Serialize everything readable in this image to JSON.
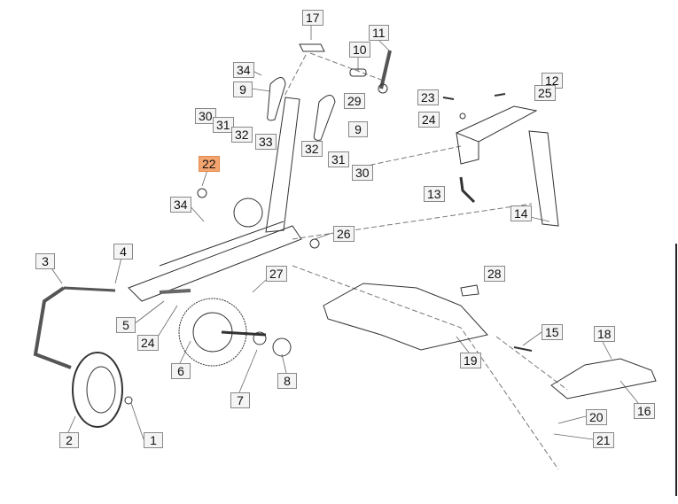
{
  "highlight_color": "#f4a46e",
  "labels": [
    {
      "id": "17"
    },
    {
      "id": "11"
    },
    {
      "id": "10"
    },
    {
      "id": "34"
    },
    {
      "id": "9"
    },
    {
      "id": "12"
    },
    {
      "id": "25"
    },
    {
      "id": "23"
    },
    {
      "id": "29"
    },
    {
      "id": "24"
    },
    {
      "id": "30"
    },
    {
      "id": "31"
    },
    {
      "id": "32"
    },
    {
      "id": "33"
    },
    {
      "id": "9"
    },
    {
      "id": "32"
    },
    {
      "id": "31"
    },
    {
      "id": "30"
    },
    {
      "id": "22",
      "highlighted": true
    },
    {
      "id": "34"
    },
    {
      "id": "13"
    },
    {
      "id": "14"
    },
    {
      "id": "26"
    },
    {
      "id": "4"
    },
    {
      "id": "3"
    },
    {
      "id": "27"
    },
    {
      "id": "28"
    },
    {
      "id": "5"
    },
    {
      "id": "24"
    },
    {
      "id": "6"
    },
    {
      "id": "15"
    },
    {
      "id": "18"
    },
    {
      "id": "19"
    },
    {
      "id": "7"
    },
    {
      "id": "8"
    },
    {
      "id": "16"
    },
    {
      "id": "20"
    },
    {
      "id": "2"
    },
    {
      "id": "1"
    },
    {
      "id": "21"
    }
  ]
}
